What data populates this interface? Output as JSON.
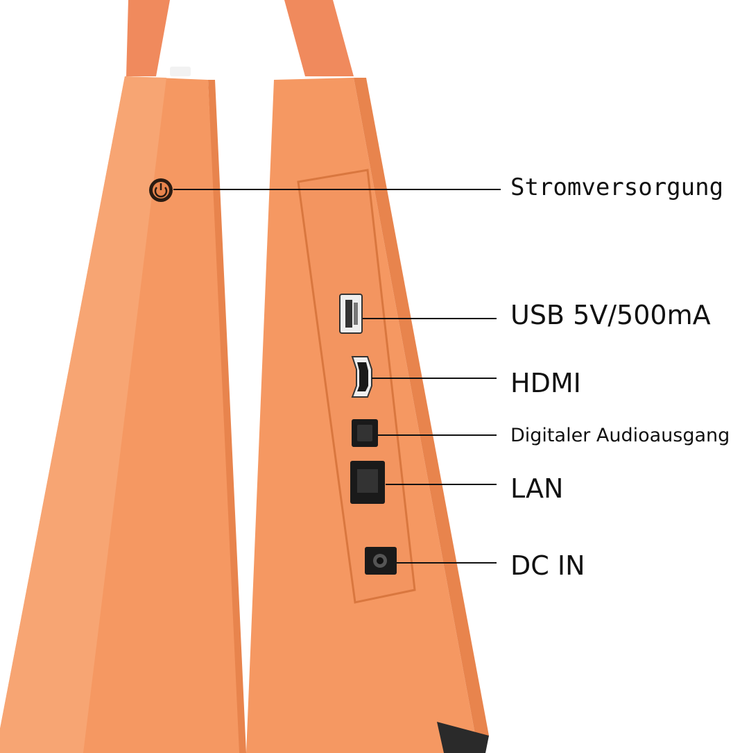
{
  "colors": {
    "device_body": "#F59862",
    "device_shadow": "#E8844D",
    "strap": "#F08A5D",
    "port_black": "#1A1A1A",
    "leader_line": "#111111"
  },
  "icons": {
    "power": "power-button-icon",
    "usb": "usb-port-icon",
    "hdmi": "hdmi-port-icon",
    "audio": "optical-audio-port-icon",
    "lan": "lan-port-icon",
    "dc": "dc-jack-icon"
  },
  "labels": {
    "power": "Stromversorgung",
    "usb": "USB 5V/500mA",
    "hdmi": "HDMI",
    "audio": "Digitaler Audioausgang",
    "lan": "LAN",
    "dc": "DC IN"
  }
}
